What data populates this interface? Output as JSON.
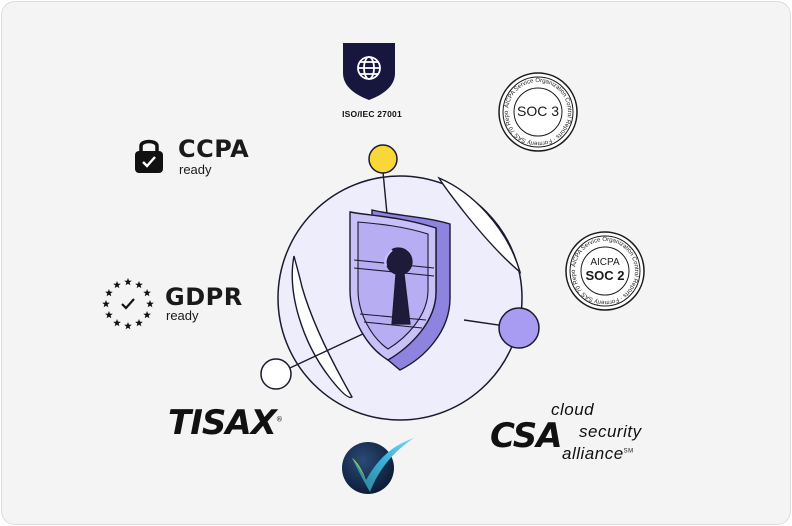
{
  "iso": {
    "label": "ISO/IEC 27001",
    "icon": "globe-icon"
  },
  "ccpa": {
    "title": "CCPA",
    "subtitle": "ready",
    "icon": "lock-icon"
  },
  "gdpr": {
    "title": "GDPR",
    "subtitle": "ready",
    "icon": "eu-stars-icon"
  },
  "soc3": {
    "name": "SOC 3",
    "ring_text": "AICPA Service Organization Control Reports",
    "bottom_text": "Formerly SAS 70 Reports"
  },
  "soc2": {
    "top": "AICPA",
    "name": "SOC 2",
    "ring_text": "AICPA Service Organization Control Reports",
    "bottom_text": "Formerly SAS 70 Reports"
  },
  "tisax": {
    "text": "TISAX",
    "mark": "®"
  },
  "csa": {
    "logo": "CSA",
    "line1": "cloud",
    "line2": "security",
    "line3": "alliance",
    "mark": "SM"
  },
  "colors": {
    "navy": "#16163f",
    "lavender": "#b9b0f5",
    "yellow": "#f7d838",
    "purple": "#a79cf2",
    "circle_fill": "#ecebfb"
  }
}
